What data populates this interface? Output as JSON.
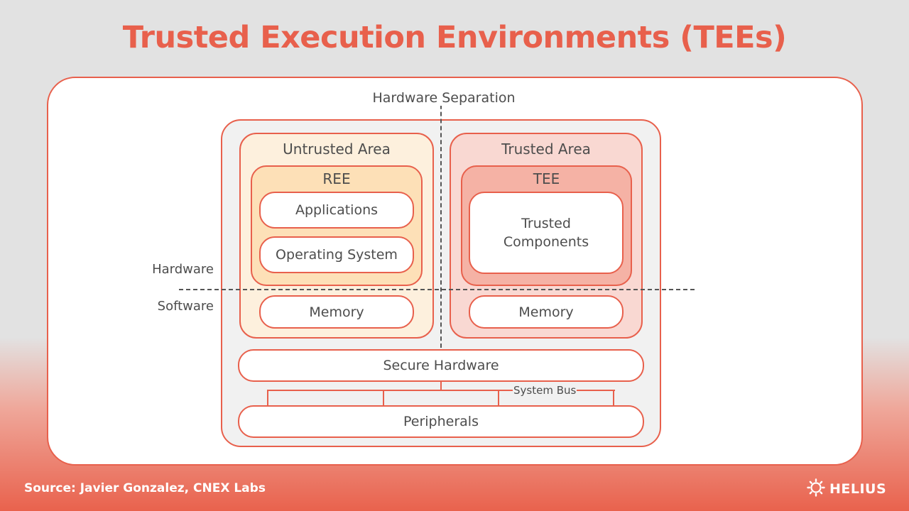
{
  "title": "Trusted Execution Environments (TEEs)",
  "labels": {
    "hardware_separation": "Hardware Separation",
    "hardware": "Hardware",
    "software": "Software",
    "system_bus": "System Bus"
  },
  "untrusted": {
    "area_label": "Untrusted Area",
    "env_label": "REE",
    "applications": "Applications",
    "operating_system": "Operating System",
    "memory": "Memory"
  },
  "trusted": {
    "area_label": "Trusted Area",
    "env_label": "TEE",
    "trusted_components": "Trusted Components",
    "memory": "Memory"
  },
  "secure_hardware": "Secure Hardware",
  "peripherals": "Peripherals",
  "footer": {
    "source": "Source: Javier Gonzalez, CNEX Labs",
    "brand": "HELIUS"
  },
  "colors": {
    "accent": "#e8604c",
    "untrusted_fill": "#fdf0dd",
    "ree_fill": "#fde0b7",
    "trusted_fill": "#f9d8d2",
    "tee_fill": "#f5b2a5"
  },
  "icons": {
    "brand_logo": "sun-ring-logo-icon"
  }
}
